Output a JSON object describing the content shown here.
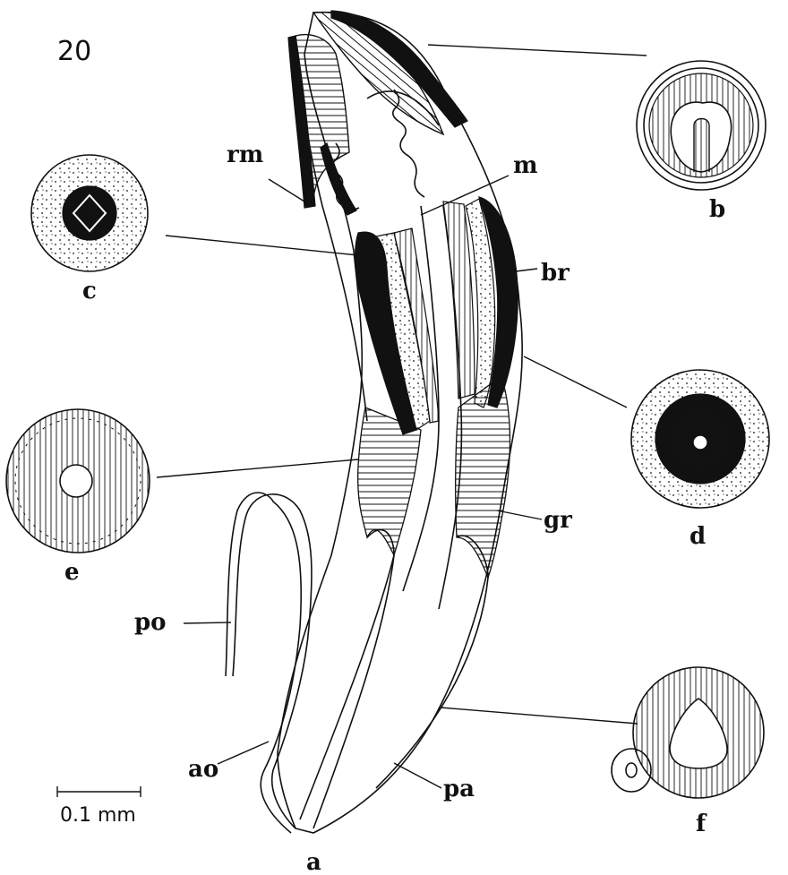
{
  "figure": {
    "number": "20",
    "scale_bar": "0.1 mm",
    "labels": {
      "rm": "rm",
      "m": "m",
      "br": "br",
      "gr": "gr",
      "po": "po",
      "ao": "ao",
      "pa": "pa",
      "a": "a"
    },
    "sections": {
      "b": "b",
      "c": "c",
      "d": "d",
      "e": "e",
      "f": "f"
    }
  }
}
